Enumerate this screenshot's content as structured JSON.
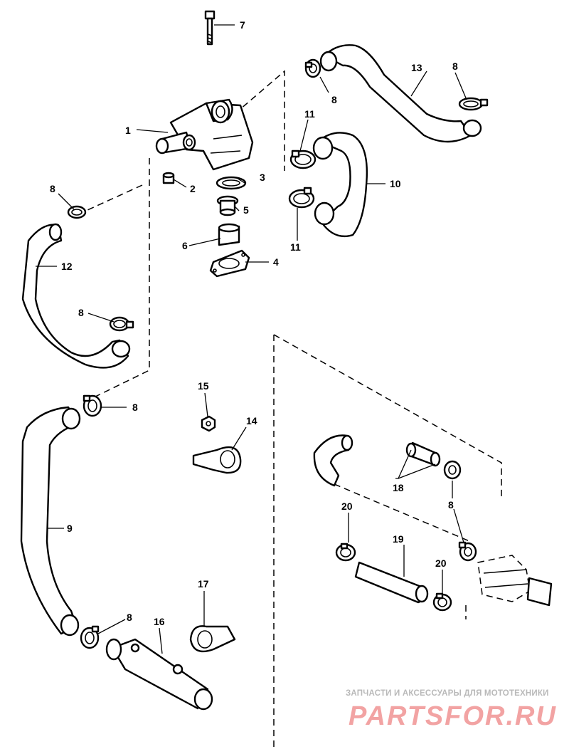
{
  "diagram": {
    "callouts": {
      "c1": "1",
      "c2": "2",
      "c3": "3",
      "c4": "4",
      "c5": "5",
      "c6": "6",
      "c7": "7",
      "c8a": "8",
      "c8b": "8",
      "c8c": "8",
      "c8d": "8",
      "c8e": "8",
      "c8f": "8",
      "c8g": "8",
      "c9": "9",
      "c10": "10",
      "c11a": "11",
      "c11b": "11",
      "c12": "12",
      "c13": "13",
      "c14": "14",
      "c15": "15",
      "c16": "16",
      "c17": "17",
      "c18": "18",
      "c19": "19",
      "c20a": "20",
      "c20b": "20"
    }
  },
  "watermark": {
    "tagline": "ЗАПЧАСТИ И АКСЕССУАРЫ ДЛЯ МОТОТЕХНИКИ",
    "logo": "PARTSFOR.RU"
  }
}
